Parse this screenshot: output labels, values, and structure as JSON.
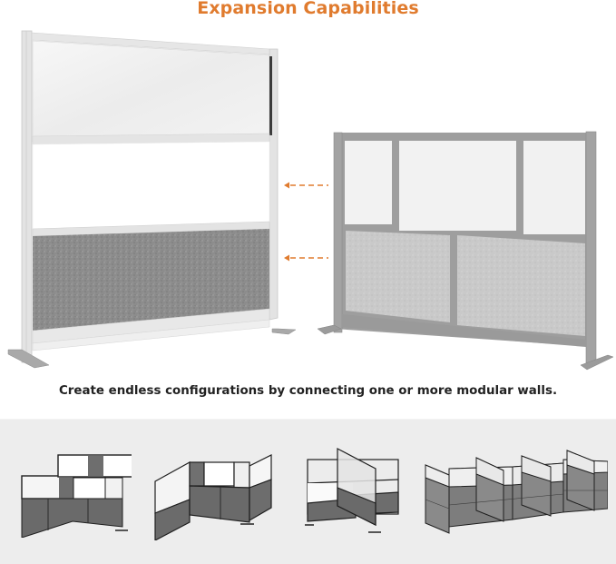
{
  "header": {
    "title": "Expansion Capabilities",
    "title_color": "#e07b2e"
  },
  "hero": {
    "left_wall": {
      "label": "single-modular-wall-with-clear-window-whiteboard-and-gray-fabric-panels",
      "frame_color": "#e6e6e6",
      "fabric_color": "#8a8a8a"
    },
    "right_wall": {
      "label": "connecting-modular-wall-gray-frame-frosted-windows-and-fabric-panels",
      "frame_color": "#9a9a9a",
      "fabric_color": "#c8c8c8"
    },
    "arrows": [
      {
        "name": "upper-connect-arrow",
        "direction": "left"
      },
      {
        "name": "lower-connect-arrow",
        "direction": "left"
      }
    ],
    "arrow_color": "#e07b2e"
  },
  "caption": {
    "text": "Create endless configurations by connecting one or more modular walls."
  },
  "configurations": {
    "background": "#ededed",
    "items": [
      {
        "name": "l-shaped-stepped-configuration"
      },
      {
        "name": "u-shaped-configuration"
      },
      {
        "name": "cross-cubicle-configuration"
      },
      {
        "name": "multi-cubicle-row-configuration"
      }
    ]
  }
}
